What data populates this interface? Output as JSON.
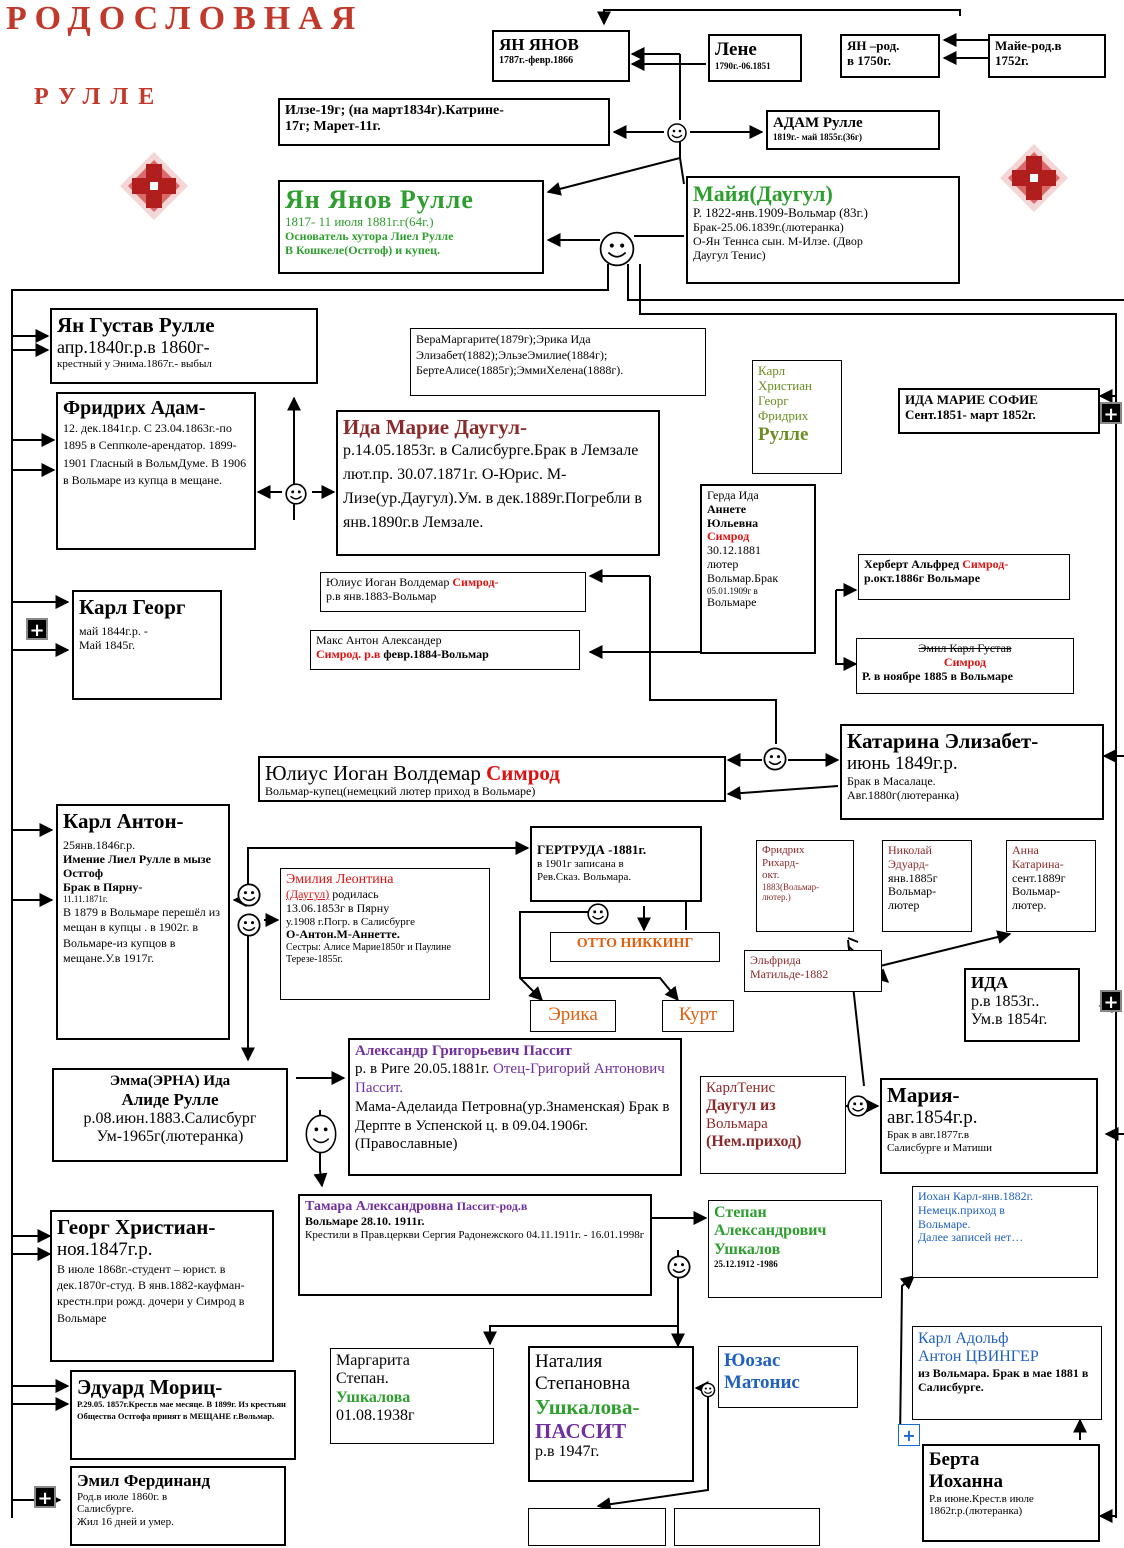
{
  "header": {
    "title": "РОДОСЛОВНАЯ",
    "subtitle": "РУЛЛЕ"
  },
  "colors": {
    "title": "#c0392b",
    "green": "#2e9e2e",
    "red": "#e01010",
    "purple": "#7030a0",
    "blue": "#2060c0",
    "brown": "#8b2a2a",
    "orange": "#e06010",
    "olive": "#6b8e23"
  },
  "people": {
    "yan_yanov": {
      "name": "ЯН ЯНОВ",
      "dates": "1787г.-февр.1866"
    },
    "lene": {
      "name": "Лене",
      "dates": "1790г.-06.1851"
    },
    "yan_rod": {
      "line1": "ЯН –род.",
      "line2": "в 1750г."
    },
    "maie": {
      "line1": "Майе-род.в",
      "line2": "1752г."
    },
    "ilze": {
      "line1": "Илзе-19г; (на март1834г).Катрине-",
      "line2": "17г; Марет-11г."
    },
    "adam": {
      "name": "АДАМ Рулле",
      "dates": "1819г.- май 1855г.(36г)"
    },
    "yan_yanov_rulle": {
      "name": "Ян Янов Рулле",
      "line1": "1817- 11 июля 1881г.г(64г.)",
      "line2": "Основатель хутора Лиел Рулле",
      "line3": "В Кошкеле(Остгоф) и купец."
    },
    "maiia": {
      "name": "Майя(Даугул)",
      "line1": "Р. 1822-янв.1909-Вольмар (83г.)",
      "line2": "Брак-25.06.1839г.(лютеранка)",
      "line3": "О-Ян Теннса сын. М-Илзе. (Двор",
      "line4": "Даугул Тенис)"
    },
    "yan_gustav": {
      "name": "Ян Густав Рулле",
      "line1": "апр.1840г.р.в 1860г-",
      "line2": "крестный у Энима.1867г.- выбыл"
    },
    "vera": {
      "text": "ВераМаргарите(1879г);Эрика Ида Элизабет(1882);ЭльзеЭмилие(1884г); БертеАлисе(1885г);ЭммиХелена(1888г)."
    },
    "karl_christian": {
      "line1": "Карл",
      "line2": "Христиан",
      "line3": "Георг",
      "line4": "Фридрих",
      "line5": "Рулле"
    },
    "ida_marie_sofie": {
      "line1": "ИДА МАРИЕ СОФИЕ",
      "line2": "Сент.1851- март 1852г."
    },
    "fridrich_adam": {
      "name": "Фридрих Адам-",
      "text": "12. дек.1841г.р. С 23.04.1863г.-по 1895 в Сеппколе-арендатор. 1899-1901 Гласный в ВольмДуме. В 1906 в Вольмаре из купца в мещане."
    },
    "ida_marie_daugul": {
      "name": "Ида Марие Даугул-",
      "text": "р.14.05.1853г. в Салисбурге.Брак в Лемзале лют.пр. 30.07.1871г. О-Юрис. М-Лизе(ур.Даугул).Ум. в дек.1889г.Погребли в янв.1890г.в Лемзале."
    },
    "gerda": {
      "line1": "Герда Ида",
      "line2": "Аннете",
      "line3": "Юльевна",
      "line4": "Симрод",
      "line5": "30.12.1881",
      "line6": "лютер",
      "line7": "Вольмар.Брак",
      "line8": "05.01.1909г в",
      "line9": "Вольмаре"
    },
    "julius_small": {
      "line1a": "Юлиус Иоган Волдемар ",
      "line1b": "Симрод-",
      "line2": "р.в янв.1883-Вольмар"
    },
    "herbert": {
      "line1a": "Херберт Альфред ",
      "line1b": "Симрод-",
      "line2": "р.окт.1886г Вольмаре"
    },
    "karl_georg": {
      "name": "Карл Георг",
      "line1": "май 1844г.р. -",
      "line2": "Май 1845г."
    },
    "max": {
      "line1": "Макс Антон Александер",
      "line2a": "Симрод. р.в ",
      "line2b": "февр.1884-Вольмар"
    },
    "emil_karl": {
      "line1": "Эмил Карл Густав",
      "line2": "Симрод",
      "line3": "Р. в ноябре 1885 в Вольмаре"
    },
    "julius_big": {
      "name_a": "Юлиус Иоган Волдемар ",
      "name_b": "Симрод",
      "line2": "Вольмар-купец(немецкий лютер приход в Вольмаре)"
    },
    "katarina": {
      "name": "Катарина Элизабет-",
      "line1": "июнь 1849г.р.",
      "line2": "Брак в Масалаце.",
      "line3": "Авг.1880г(лютеранка)"
    },
    "karl_anton": {
      "name": "Карл Антон-",
      "text1": "25янв.1846г.р.",
      "text2": "Имение Лиел Рулле в мызе Остгоф",
      "text3": "Брак в Пярну-",
      "text4": "11.11.1871г.",
      "text5": "В 1879 в Вольмаре перешёл из мещан в купцы . в 1902г. в Вольмаре-из купцов в мещане.У.в 1917г."
    },
    "emiliia": {
      "line1": "Эмилия Леонтина",
      "line2a": "(Даугул)",
      "line2b": " родилась",
      "line3": "13.06.1853г в Пярну",
      "line4": "у.1908 г.Погр. в Салисбурге",
      "line5": "О-Антон.М-Аннетте.",
      "line6": "Сестры: Алисе Марие1850г и Паулине Терезе-1855г."
    },
    "gertruda": {
      "name": "ГЕРТРУДА -1881г.",
      "line1": "в 1901г записана в",
      "line2": "Рев.Сказ. Вольмара."
    },
    "otto": {
      "name": "ОТТО НИККИНГ"
    },
    "erika": {
      "name": "Эрика"
    },
    "kurt": {
      "name": "Курт"
    },
    "fridrich_richard": {
      "line1": "Фридрих",
      "line2": "Рихард-",
      "line3": "окт.",
      "line4": "1883(Вольмар-",
      "line5": "лютер.)"
    },
    "nikolai": {
      "line1": "Николай",
      "line2": "Эдуард-",
      "line3": "янв.1885г",
      "line4": "Вольмар-",
      "line5": "лютер"
    },
    "anna": {
      "line1": "Анна",
      "line2": "Катарина-",
      "line3": "сент.1889г",
      "line4": "Вольмар-",
      "line5": "лютер."
    },
    "elfrida": {
      "line1": "Эльфрида",
      "line2": "Матильде-1882"
    },
    "ida_1853": {
      "name": "ИДА",
      "line1": "р.в 1853г..",
      "line2": "Ум.в 1854г."
    },
    "alexandr": {
      "name": "Александр Григорьевич Пассит",
      "line1a": "р. в Риге 20.05.1881г. ",
      "line1b": "Отец-Григорий Антонович Пассит.",
      "line2": "Мама-Аделаида Петровна(ур.Знаменская) Брак в Дерпте в Успенской ц. в 09.04.1906г. (Православные)"
    },
    "emma": {
      "line1": "Эмма(ЭРНА) Ида",
      "line2": "Алиде Рулле",
      "line3": "р.08.июн.1883.Салисбург",
      "line4": "Ум-1965г(лютеранка)"
    },
    "karl_tenis": {
      "line1": "КарлТенис",
      "line2": "Даугул из",
      "line3": "Вольмара",
      "line4": "(Нем.приход)"
    },
    "mariia": {
      "name": "Мария-",
      "line1": "авг.1854г.р.",
      "line2": "Брак в авг.1877г.в",
      "line3": "Салисбурге и Матиши"
    },
    "tamara": {
      "name_a": "Тамара Александровна ",
      "name_b": "Пассит-род.в",
      "line1": "Вольмаре 28.10. 1911г.",
      "line2": "Крестили в Прав.церкви Сергия Радонежского 04.11.1911г. - 16.01.1998г"
    },
    "stepan": {
      "line1": "Степан",
      "line2": "Александрович",
      "line3": "Ушкалов",
      "line4": "25.12.1912 -1986"
    },
    "iohan_karl": {
      "line1": "Иохан Карл-янв.1882г.",
      "line2": "Немецк.приход в",
      "line3": "Вольмаре.",
      "line4": "Далее записей нет…"
    },
    "georg_christian": {
      "name": "Георг Христиан-",
      "line1": "ноя.1847г.р.",
      "text": "В июле 1868г.-студент – юрист. в дек.1870г-студ. В янв.1882-кауфман-крестн.при рожд. дочери у Симрод в Вольмаре"
    },
    "karl_adolf": {
      "line1": "Карл Адольф",
      "line2": "Антон ЦВИНГЕР",
      "line3": "из Вольмара. Брак в мае 1881 в Салисбурге."
    },
    "eduard": {
      "name": "Эдуард Мориц-",
      "text": "Р.29.05. 1857г.Крест.в мае месяце. В 1899г. Из крестьян Общества Остгофа принят в МЕЩАНЕ г.Вольмар."
    },
    "margarita": {
      "line1": "Маргарита",
      "line2": "Степан.",
      "line3": "Ушкалова",
      "line4": "01.08.1938г"
    },
    "natalia": {
      "line1": "Наталия",
      "line2": "Степановна",
      "line3": "Ушкалова-",
      "line4": "ПАССИТ",
      "line5": "р.в 1947г."
    },
    "iuozas": {
      "line1": "Юозас",
      "line2": "Матонис"
    },
    "berta": {
      "line1": "Берта",
      "line2": "Иоханна",
      "line3": "Р.в июне.Крест.в июле",
      "line4": "1862г.р.(лютеранка)"
    },
    "emil_ferdinand": {
      "name": "Эмил Фердинанд",
      "line1": "Род.в июле 1860г. в",
      "line2": "Салисбурге.",
      "line3": "Жил 16 дней и умер."
    }
  }
}
